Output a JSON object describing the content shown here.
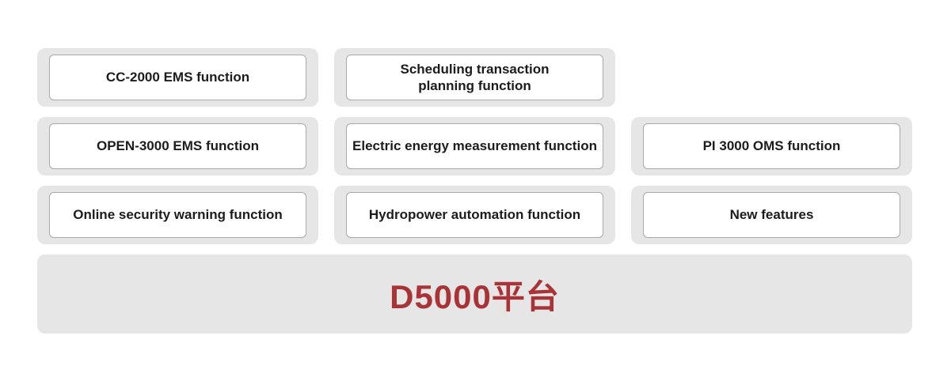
{
  "colors": {
    "page_background": "#FFFFFF",
    "card_background": "#E6E6E6",
    "box_background": "#FFFFFF",
    "box_border": "#A9A9A9",
    "box_text": "#1C1C1C",
    "platform_background": "#E6E6E6",
    "platform_text": "#A93438"
  },
  "grid": {
    "rows": [
      {
        "cells": [
          {
            "label": "CC-2000 EMS function"
          },
          {
            "label": "Scheduling transaction\nplanning function"
          }
        ]
      },
      {
        "cells": [
          {
            "label": "OPEN-3000 EMS function"
          },
          {
            "label": "Electric energy measurement function"
          },
          {
            "label": "PI 3000 OMS function"
          }
        ]
      },
      {
        "cells": [
          {
            "label": "Online security warning function"
          },
          {
            "label": "Hydropower automation function"
          },
          {
            "label": "New features"
          }
        ]
      }
    ]
  },
  "platform": {
    "label": "D5000平台"
  }
}
